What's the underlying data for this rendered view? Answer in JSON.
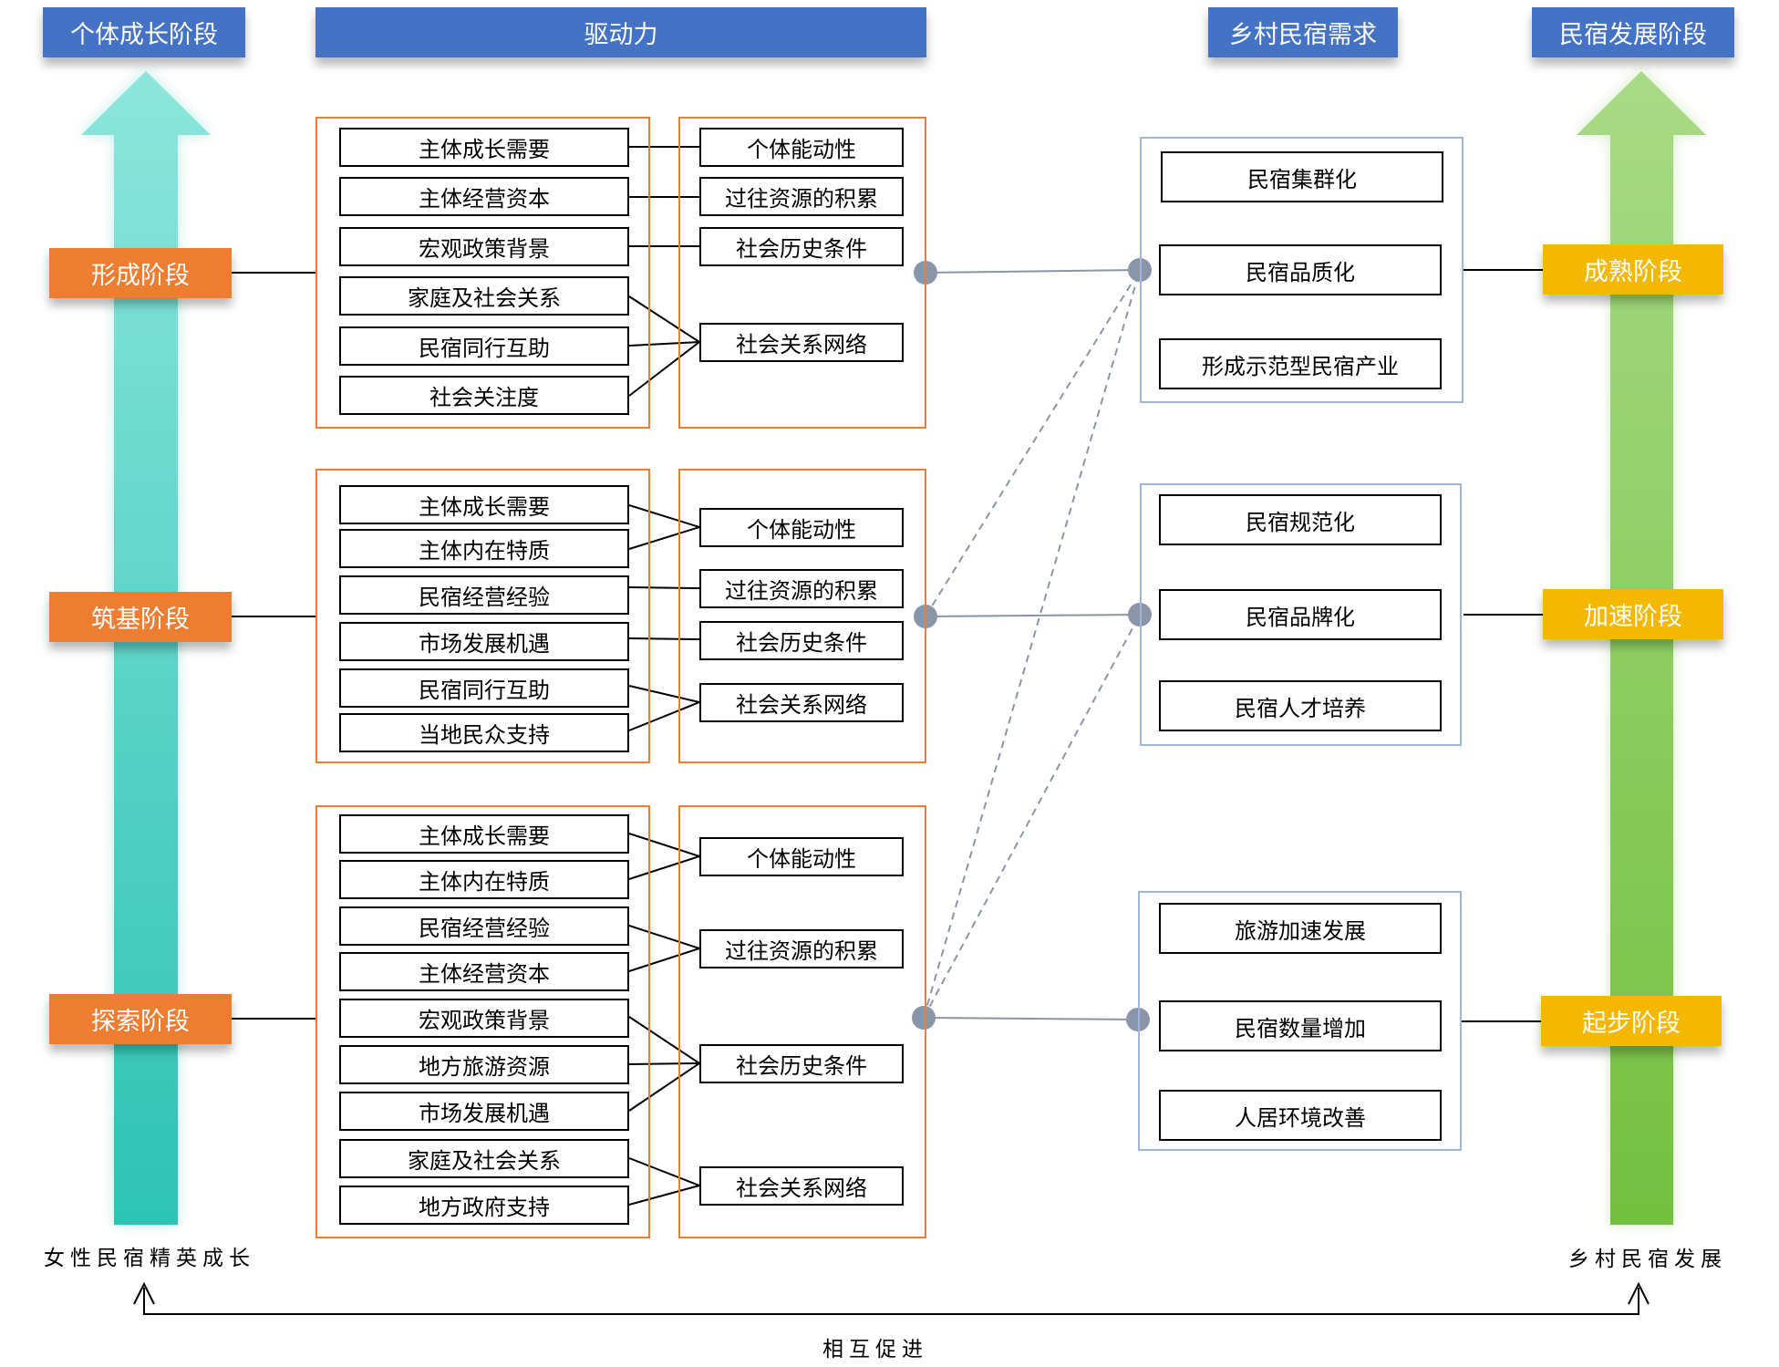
{
  "headers": {
    "individual_stage": "个体成长阶段",
    "driving_force": "驱动力",
    "rural_demand": "乡村民宿需求",
    "development_stage": "民宿发展阶段"
  },
  "left_stages": {
    "formation": "形成阶段",
    "foundation": "筑基阶段",
    "exploration": "探索阶段"
  },
  "right_stages": {
    "mature": "成熟阶段",
    "accelerating": "加速阶段",
    "initial": "起步阶段"
  },
  "groups": [
    {
      "factors": [
        "主体成长需要",
        "主体经营资本",
        "宏观政策背景",
        "家庭及社会关系",
        "民宿同行互助",
        "社会关注度"
      ],
      "forces": [
        "个体能动性",
        "过往资源的积累",
        "社会历史条件",
        "社会关系网络"
      ]
    },
    {
      "factors": [
        "主体成长需要",
        "主体内在特质",
        "民宿经营经验",
        "市场发展机遇",
        "民宿同行互助",
        "当地民众支持"
      ],
      "forces": [
        "个体能动性",
        "过往资源的积累",
        "社会历史条件",
        "社会关系网络"
      ]
    },
    {
      "factors": [
        "主体成长需要",
        "主体内在特质",
        "民宿经营经验",
        "主体经营资本",
        "宏观政策背景",
        "地方旅游资源",
        "市场发展机遇",
        "家庭及社会关系",
        "地方政府支持"
      ],
      "forces": [
        "个体能动性",
        "过往资源的积累",
        "社会历史条件",
        "社会关系网络"
      ]
    }
  ],
  "demands": [
    [
      "民宿集群化",
      "民宿品质化",
      "形成示范型民宿产业"
    ],
    [
      "民宿规范化",
      "民宿品牌化",
      "民宿人才培养"
    ],
    [
      "旅游加速发展",
      "民宿数量增加",
      "人居环境改善"
    ]
  ],
  "footer": {
    "left_label": "女性民宿精英成长",
    "right_label": "乡村民宿发展",
    "bottom_label": "相互促进"
  },
  "colors": {
    "header_blue": "#4472c4",
    "stage_orange": "#ed7d31",
    "stage_yellow": "#f5b800",
    "left_arrow_teal": "#3cc7b8",
    "right_arrow_green": "#7dc450",
    "connector_gray": "#8a96a8"
  }
}
